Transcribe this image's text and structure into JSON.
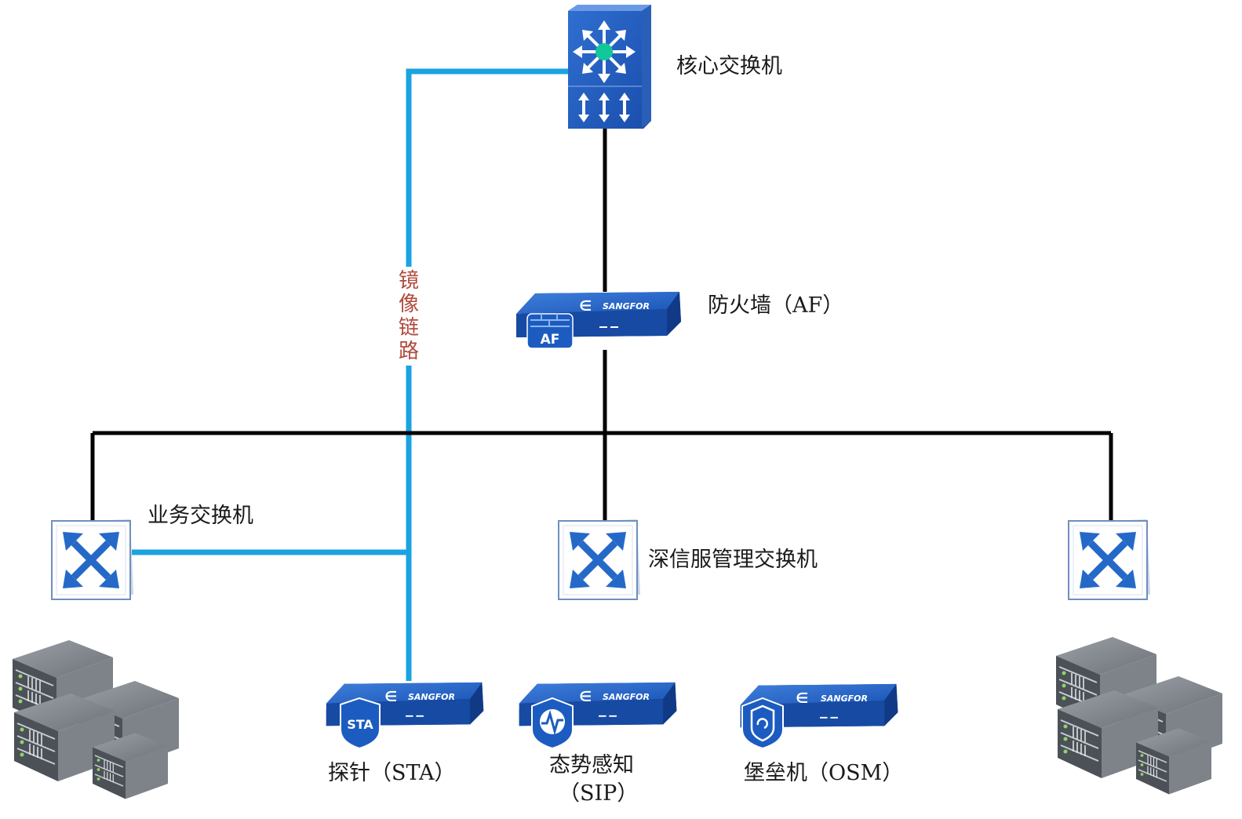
{
  "labels": {
    "core_switch": "核心交换机",
    "firewall": "防火墙（AF）",
    "business_switch": "业务交换机",
    "mgmt_switch": "深信服管理交换机",
    "probe": "探针（STA）",
    "sip_line1": "态势感知",
    "sip_line2": "（SIP）",
    "osm": "堡垒机（OSM）",
    "mirror_link": [
      "镜",
      "像",
      "链",
      "路"
    ]
  },
  "brand": "SANGFOR",
  "badges": {
    "firewall": "AF",
    "probe": "STA"
  },
  "icons": {
    "core_switch": "layer3-switch-icon",
    "access_switch": "switch-icon",
    "appliance": "sangfor-appliance-icon",
    "server_rack": "server-rack-icon"
  },
  "colors": {
    "mirror_link": "#1aa3e0",
    "network_link": "#000000",
    "device_blue": "#1f56b8",
    "device_dark": "#143d8a",
    "label_text": "#1a1a1a",
    "mirror_label": "#b04a3c"
  }
}
